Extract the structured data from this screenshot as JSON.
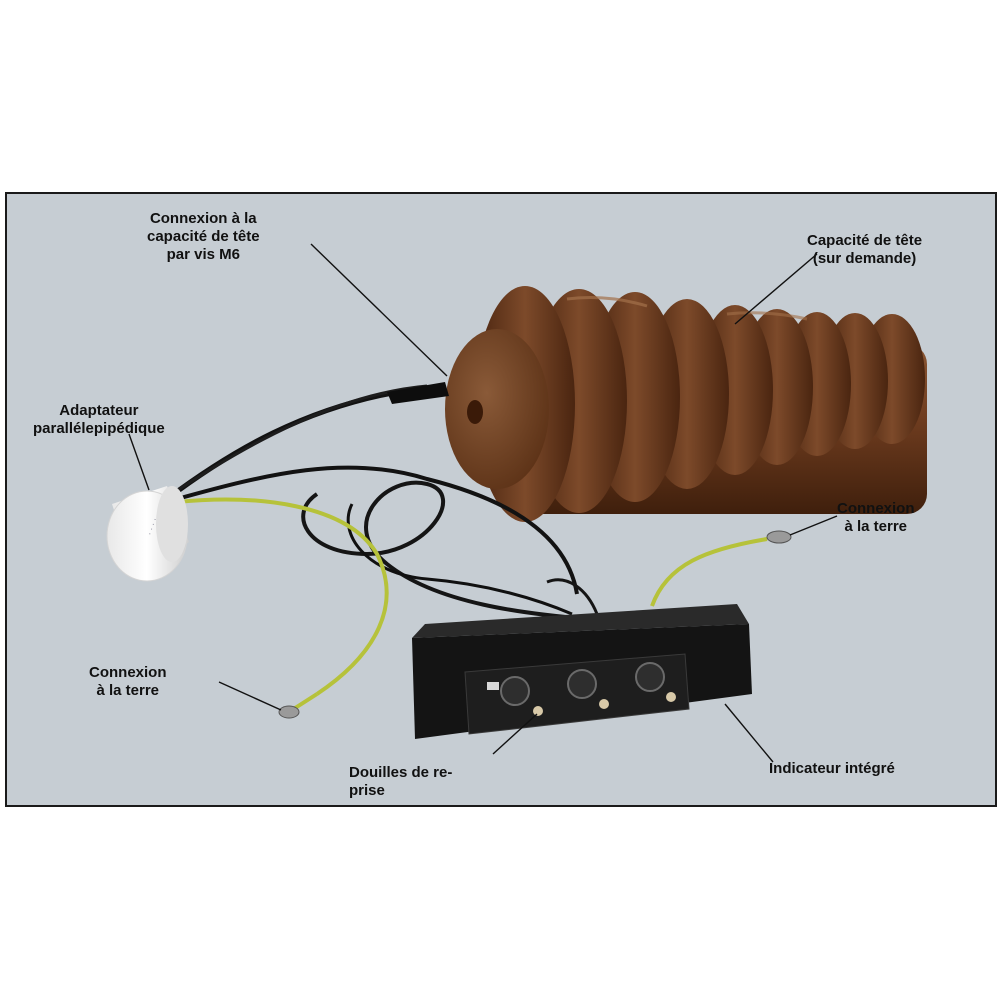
{
  "labels": {
    "head_capacity_connection": [
      "Connexion à la",
      "capacité de tête",
      "par vis M6"
    ],
    "head_capacity": [
      "Capacité de tête",
      "(sur demande)"
    ],
    "adapter": [
      "Adaptateur",
      "parallélepipédique"
    ],
    "ground_right": [
      "Connexion",
      "à la terre"
    ],
    "ground_left": [
      "Connexion",
      "à la terre"
    ],
    "sockets": [
      "Douilles de re-",
      "prise"
    ],
    "indicator": [
      "Indicateur intégré"
    ]
  },
  "colors": {
    "background_panel": "#c6cdd3",
    "insulator_brown": "#6b3a1e",
    "cable_black": "#121212",
    "ground_wire_green_yellow": "#b6c23a",
    "indicator_box": "#141414",
    "adapter_white": "#f2f2f2"
  }
}
